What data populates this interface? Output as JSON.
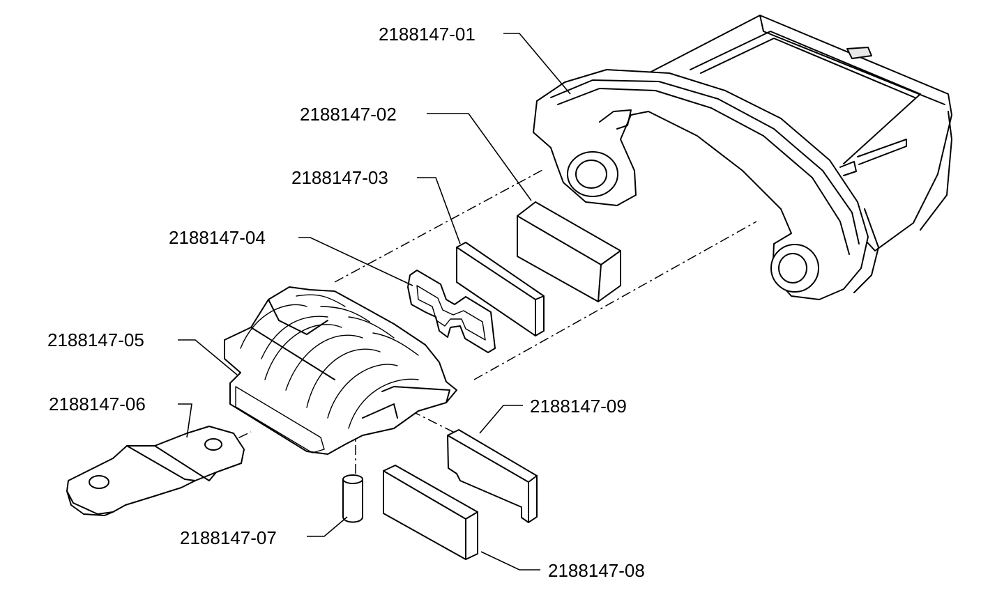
{
  "diagram": {
    "type": "exploded-assembly-drawing",
    "labels": {
      "p01": "2188147-01",
      "p02": "2188147-02",
      "p03": "2188147-03",
      "p04": "2188147-04",
      "p05": "2188147-05",
      "p06": "2188147-06",
      "p07": "2188147-07",
      "p08": "2188147-08",
      "p09": "2188147-09"
    }
  }
}
